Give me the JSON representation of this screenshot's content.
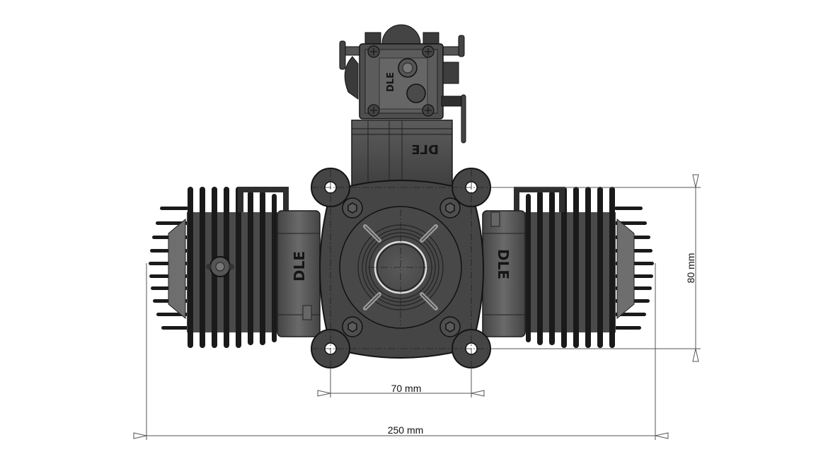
{
  "diagram": {
    "subject": "Twin-cylinder boxer engine, top/front view",
    "brand_marks": [
      "DLE",
      "DLE",
      "DLE",
      "DLE"
    ],
    "dimensions": {
      "mount_width": {
        "label": "70 mm",
        "value_mm": 70
      },
      "mount_height": {
        "label": "80 mm",
        "value_mm": 80
      },
      "overall_width": {
        "label": "250 mm",
        "value_mm": 250
      }
    },
    "colors": {
      "background": "#ffffff",
      "body_dark": "#3c3c3c",
      "body_mid": "#5a5a5a",
      "body_light": "#787878",
      "fins": "#1a1a1a",
      "dimension_lines": "#555555"
    }
  }
}
